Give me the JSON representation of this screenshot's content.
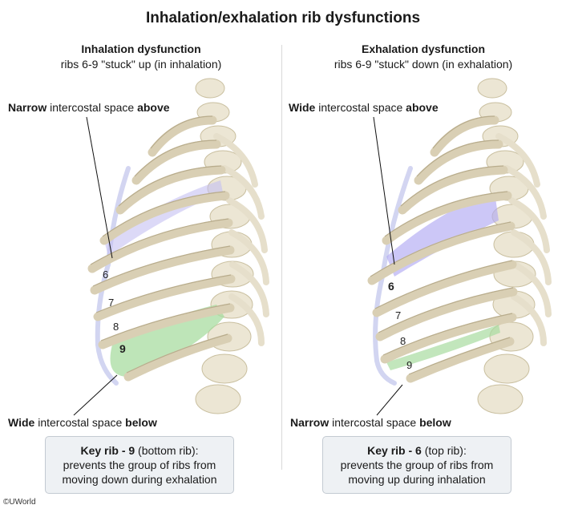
{
  "title": "Inhalation/exhalation rib dysfunctions",
  "left": {
    "heading": "Inhalation dysfunction",
    "subheading": "ribs 6-9 \"stuck\" up (in inhalation)",
    "top_label_bold": "Narrow",
    "top_label_mid": " intercostal space ",
    "top_label_end": "above",
    "bottom_label_bold": "Wide",
    "bottom_label_mid": " intercostal space ",
    "bottom_label_end": "below",
    "rib_numbers": [
      "6",
      "7",
      "8",
      "9"
    ],
    "key_bold": "Key rib - 9",
    "key_rest": " (bottom rib):",
    "key_line2": "prevents the group of ribs from",
    "key_line3": "moving down during exhalation"
  },
  "right": {
    "heading": "Exhalation dysfunction",
    "subheading": "ribs 6-9 \"stuck\" down (in exhalation)",
    "top_label_bold": "Wide",
    "top_label_mid": " intercostal space ",
    "top_label_end": "above",
    "bottom_label_bold": "Narrow",
    "bottom_label_mid": " intercostal space ",
    "bottom_label_end": "below",
    "rib_numbers": [
      "6",
      "7",
      "8",
      "9"
    ],
    "key_bold": "Key rib - 6",
    "key_rest": " (top rib):",
    "key_line2": "prevents the group of ribs from",
    "key_line3": "moving up during inhalation"
  },
  "copyright": "©UWorld",
  "colors": {
    "bone": "#d9cfb4",
    "bone_edge": "#b8ac8c",
    "wide_space": "#a8dca0",
    "narrow_space": "#b8b4f0",
    "box_bg": "#eef1f4"
  }
}
